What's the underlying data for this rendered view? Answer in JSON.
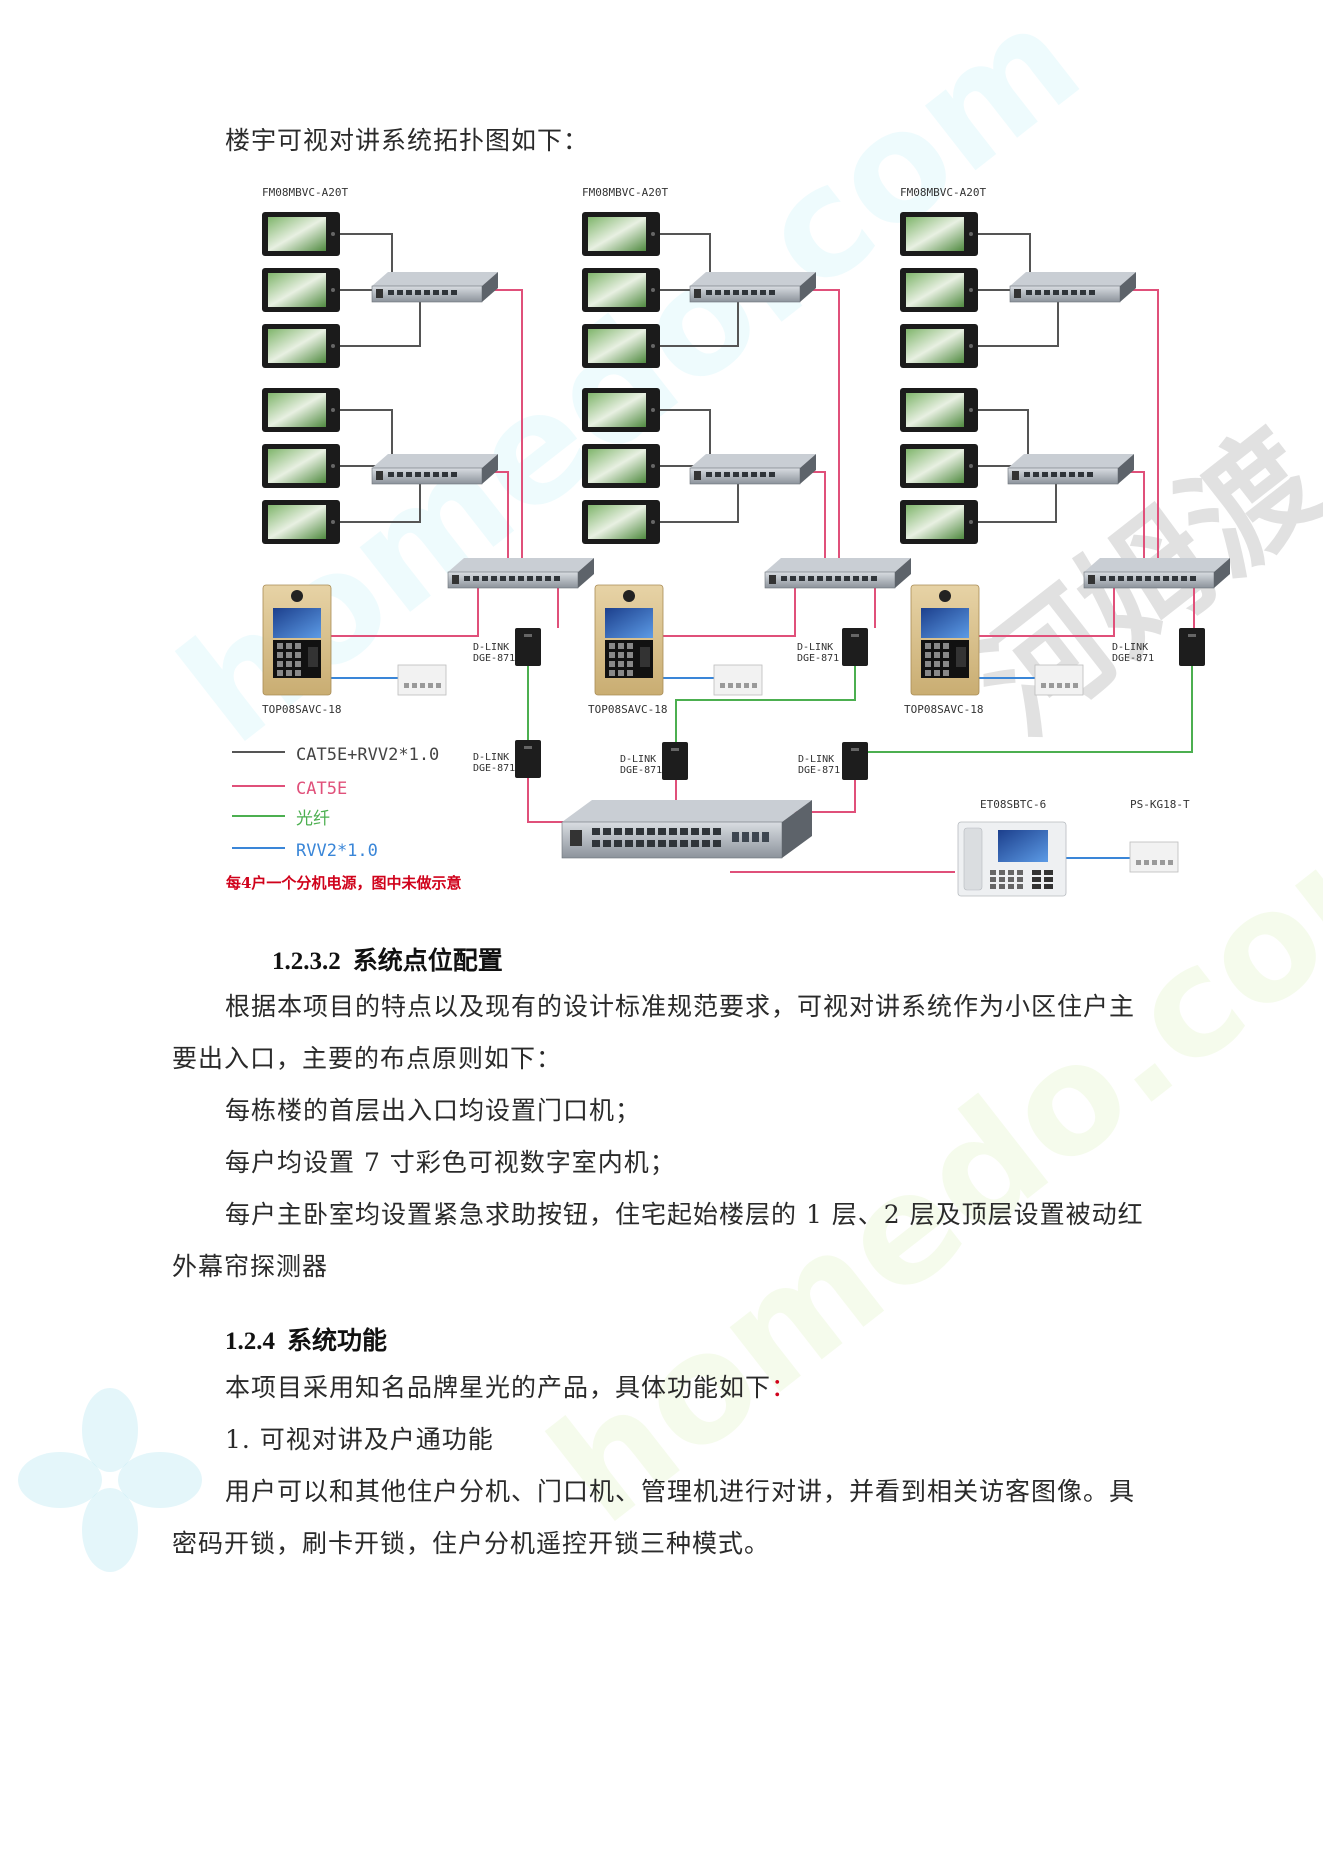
{
  "intro": "楼宇可视对讲系统拓扑图如下：",
  "diagram": {
    "monitor_model": "FM08MBVC-A20T",
    "door_station_model": "TOP08SAVC-18",
    "poe_injector_brand": "D-LINK",
    "poe_injector_model": "DGE-871",
    "guard_station_model": "ET08SBTC-6",
    "power_supply_model": "PS-KG18-T",
    "legend": [
      {
        "label": "CAT5E+RVV2*1.0",
        "color": "#555555"
      },
      {
        "label": "CAT5E",
        "color": "#e0507a"
      },
      {
        "label": "光纤",
        "color": "#4caf50"
      },
      {
        "label": "RVV2*1.0",
        "color": "#3a86d8"
      }
    ],
    "note": "每4户一个分机电源，图中未做示意"
  },
  "section_1": {
    "number": "1.2.3.2",
    "title": "系统点位配置",
    "para_1": "根据本项目的特点以及现有的设计标准规范要求，可视对讲系统作为小区住户主",
    "para_1b": "要出入口，主要的布点原则如下：",
    "item_1": "每栋楼的首层出入口均设置门口机；",
    "item_2": "每户均设置 7 寸彩色可视数字室内机；",
    "item_3a": "每户主卧室均设置紧急求助按钮，住宅起始楼层的 1 层、2 层及顶层设置被动红",
    "item_3b": "外幕帘探测器"
  },
  "section_2": {
    "number": "1.2.4",
    "title": "系统功能",
    "para_1_text": "本项目采用知名品牌星光的产品，具体功能如下",
    "para_1_colon": "：",
    "sub_1": "1. 可视对讲及户通功能",
    "para_2a": "用户可以和其他住户分机、门口机、管理机进行对讲，并看到相关访客图像。具",
    "para_2b": "密码开锁，刷卡开锁，住户分机遥控开锁三种模式。"
  },
  "watermark": {
    "text_1": "homedo.com",
    "text_2": "河姆渡"
  }
}
